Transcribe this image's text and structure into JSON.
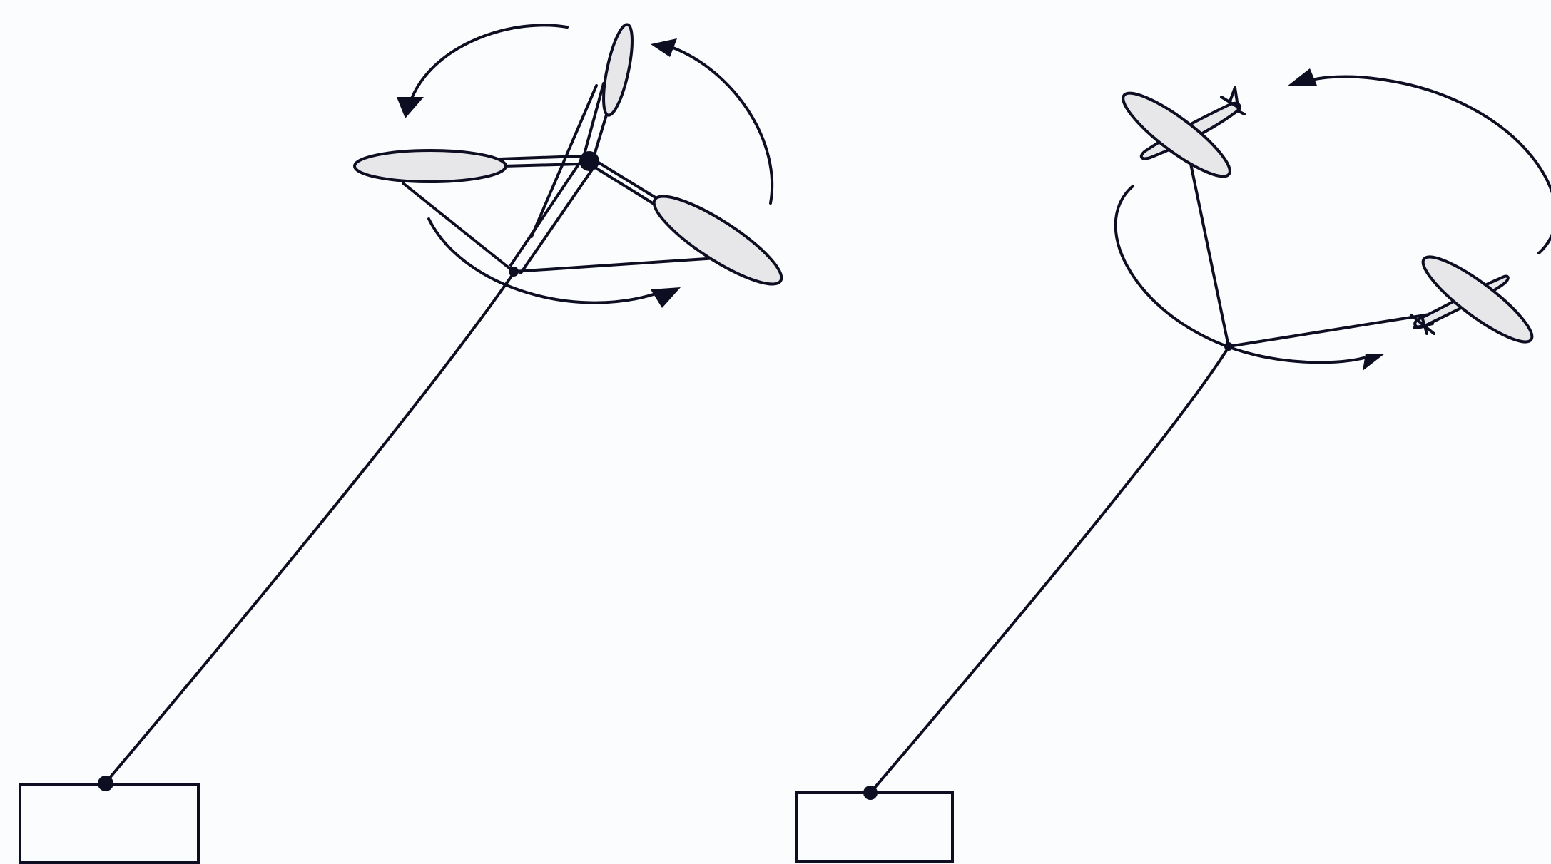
{
  "diagram": {
    "panels": [
      {
        "id": "rotor-kite-system",
        "wing_count": 3,
        "rotation_arrows": 3
      },
      {
        "id": "dual-kite-system",
        "wing_count": 2,
        "rotation_arrows": 2
      }
    ],
    "colors": {
      "stroke": "#0E0E22",
      "wing_fill": "#E7E7EA",
      "background": "#FBFCFE"
    }
  }
}
